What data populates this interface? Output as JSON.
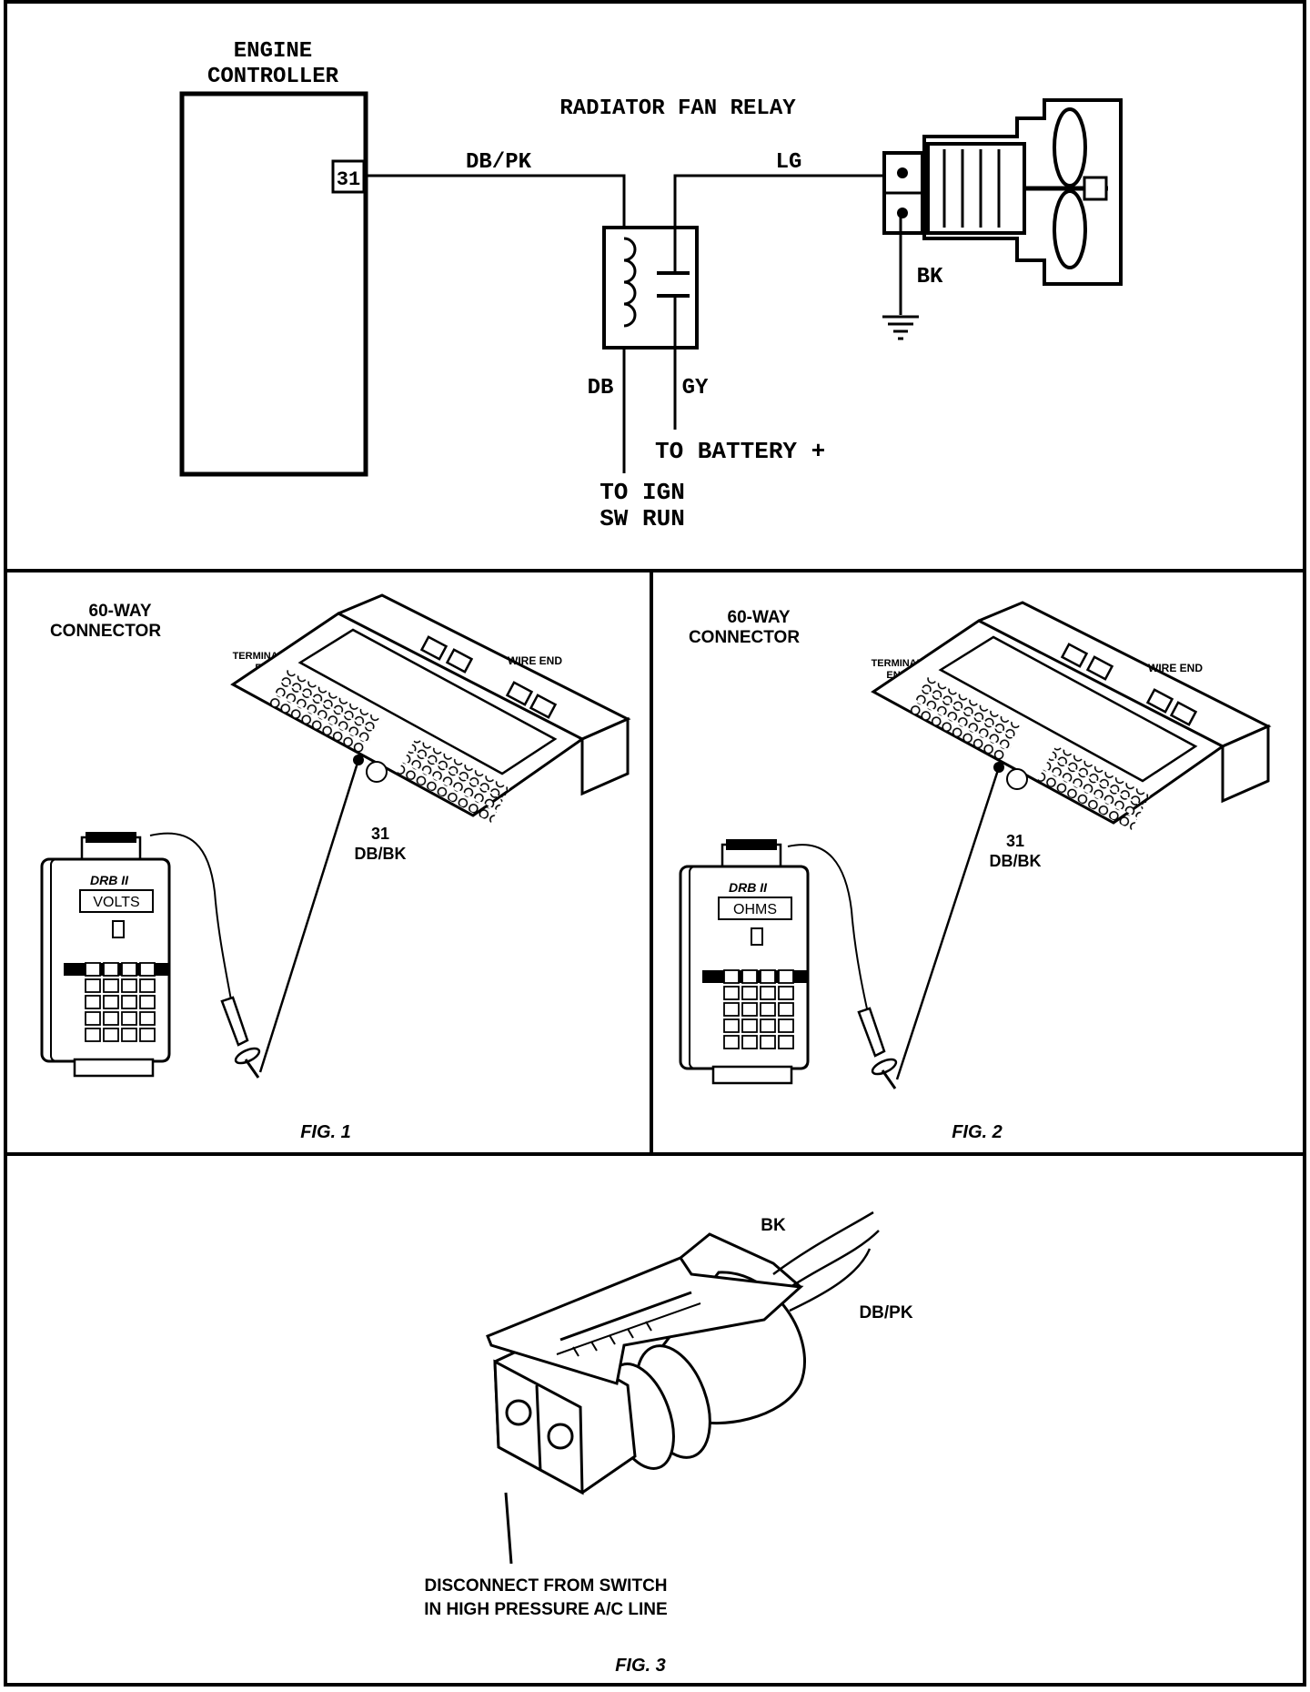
{
  "wiring": {
    "controller_title_line1": "ENGINE",
    "controller_title_line2": "CONTROLLER",
    "pin": "31",
    "relay_title": "RADIATOR FAN RELAY",
    "wire_db_pk": "DB/PK",
    "wire_lg": "LG",
    "wire_bk": "BK",
    "wire_db": "DB",
    "wire_gy": "GY",
    "to_battery": "TO BATTERY +",
    "to_ign_line1": "TO IGN",
    "to_ign_line2": "SW RUN"
  },
  "fig1": {
    "connector_line1": "60-WAY",
    "connector_line2": "CONNECTOR",
    "terminal_end_line1": "TERMINAL",
    "terminal_end_line2": "END",
    "wire_end": "WIRE END",
    "pin_number": "31",
    "pin_wire": "DB/BK",
    "tester_brand": "DRB II",
    "tester_display": "VOLTS",
    "caption": "FIG. 1"
  },
  "fig2": {
    "connector_line1": "60-WAY",
    "connector_line2": "CONNECTOR",
    "terminal_end_line1": "TERMINAL",
    "terminal_end_line2": "END",
    "wire_end": "WIRE END",
    "pin_number": "31",
    "pin_wire": "DB/BK",
    "tester_brand": "DRB II",
    "tester_display": "OHMS",
    "caption": "FIG. 2"
  },
  "fig3": {
    "wire_bk": "BK",
    "wire_db_pk": "DB/PK",
    "note_line1": "DISCONNECT FROM SWITCH",
    "note_line2": "IN HIGH PRESSURE A/C LINE",
    "caption": "FIG. 3"
  }
}
